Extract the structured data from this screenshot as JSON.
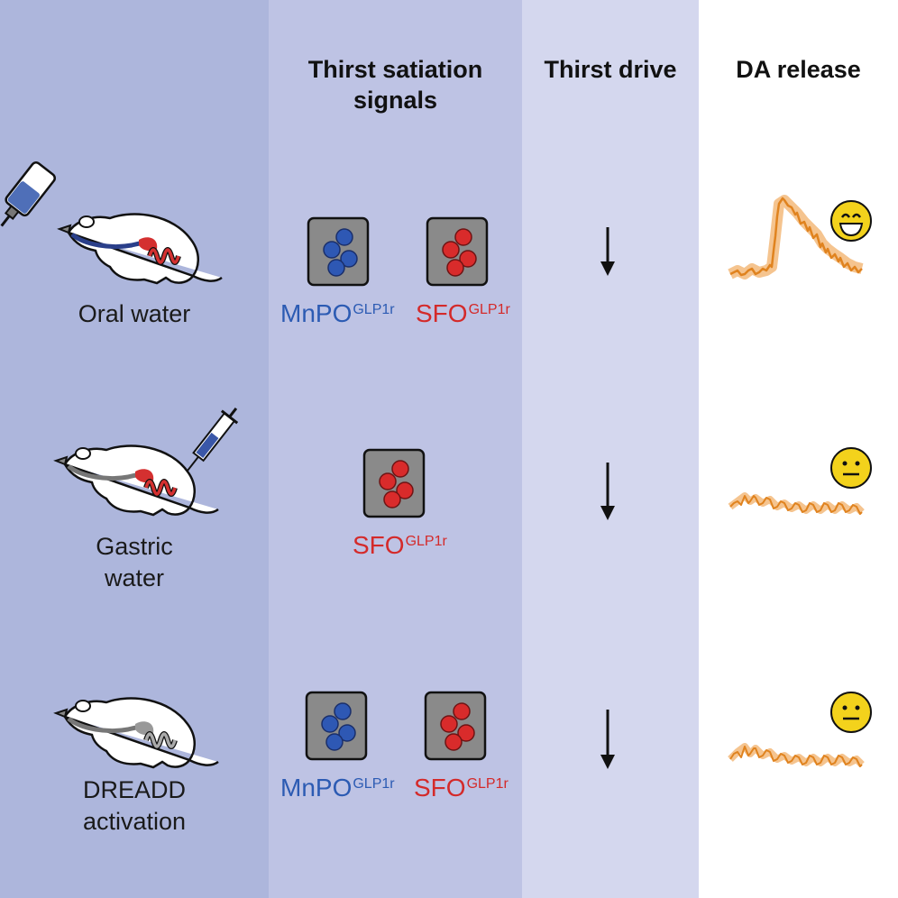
{
  "headers": {
    "satiation": [
      "Thirst satiation",
      "signals"
    ],
    "drive": "Thirst drive",
    "da": "DA release"
  },
  "rows": [
    {
      "condition": [
        "Oral water"
      ],
      "signals": [
        {
          "name": "MnPO",
          "sup": "GLP1r",
          "color": "#2c5bb3"
        },
        {
          "name": "SFO",
          "sup": "GLP1r",
          "color": "#d42a2a"
        }
      ],
      "drive": "decrease",
      "da": "large-increase",
      "face": "happy"
    },
    {
      "condition": [
        "Gastric",
        "water"
      ],
      "signals": [
        {
          "name": "SFO",
          "sup": "GLP1r",
          "color": "#d42a2a"
        }
      ],
      "drive": "decrease",
      "da": "flat",
      "face": "neutral"
    },
    {
      "condition": [
        "DREADD",
        "activation"
      ],
      "signals": [
        {
          "name": "MnPO",
          "sup": "GLP1r",
          "color": "#2c5bb3"
        },
        {
          "name": "SFO",
          "sup": "GLP1r",
          "color": "#d42a2a"
        }
      ],
      "drive": "decrease",
      "da": "flat",
      "face": "neutral"
    }
  ],
  "colors": {
    "col1": "#adb6dc",
    "col2": "#bec3e4",
    "col3": "#d4d7ee",
    "blue_dot": "#2e58b4",
    "red_dot": "#d92b2b",
    "trace": "#e8902a",
    "face": "#f3d21c"
  }
}
